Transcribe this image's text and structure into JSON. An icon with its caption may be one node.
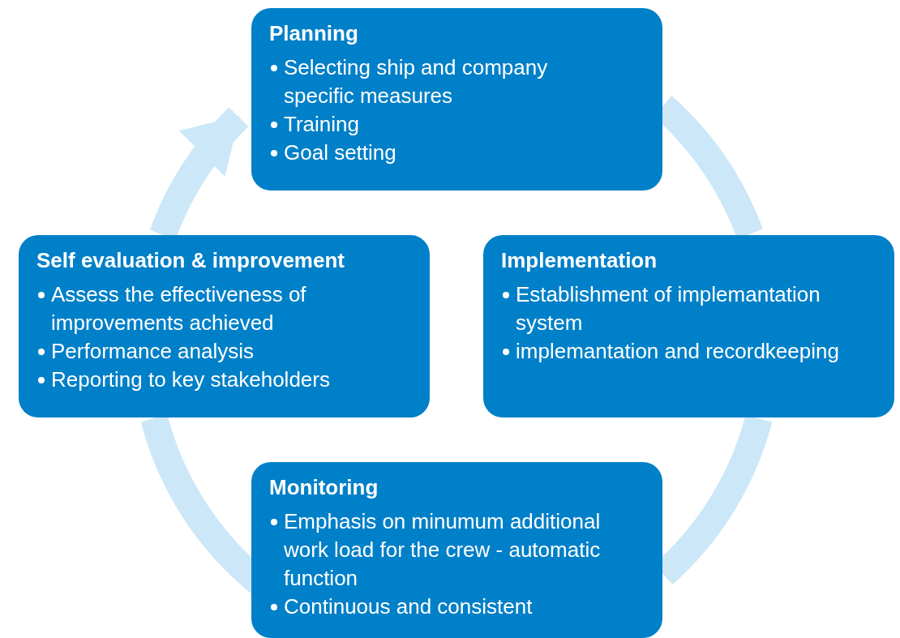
{
  "diagram": {
    "nodes": [
      {
        "text": [
          "Planning",
          "Selecting ship and company specific measures",
          "Training",
          "Goal setting"
        ]
      },
      {
        "text": [
          "Implementation",
          "Establishment of implemantation system",
          "implemantation and recordkeeping"
        ]
      },
      {
        "text": [
          "Monitoring",
          "Emphasis on minumum additional work load for the crew - automatic function",
          "Continuous and consistent"
        ]
      },
      {
        "text": [
          "Self evaluation & improvement",
          "Assess the effectiveness of improvements achieved",
          "Performance analysis",
          "Reporting to key stakeholders"
        ]
      }
    ],
    "edges": [
      {
        "from": 0,
        "to": 1,
        "arrow": "none"
      },
      {
        "from": 1,
        "to": 2,
        "arrow": "none"
      },
      {
        "from": 2,
        "to": 3,
        "arrow": "none"
      },
      {
        "from": 3,
        "to": 0,
        "arrow": "to"
      }
    ]
  }
}
